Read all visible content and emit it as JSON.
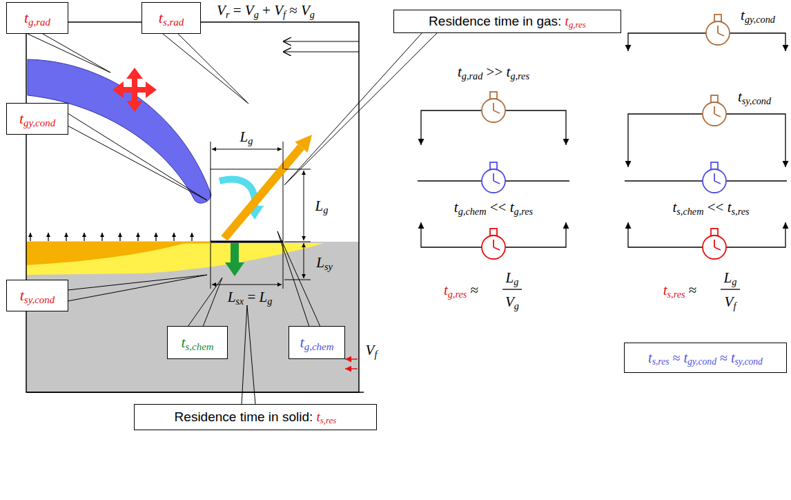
{
  "diagram": {
    "nodes": [
      {
        "text": [
          "tg,rad"
        ]
      },
      {
        "text": [
          "ts,rad"
        ]
      },
      {
        "text": [
          "Residence time in gas: tg,res"
        ]
      },
      {
        "text": [
          "tgy,cond"
        ]
      },
      {
        "text": [
          "tsy,cond"
        ]
      },
      {
        "text": [
          "ts,chem"
        ]
      },
      {
        "text": [
          "tg,chem"
        ]
      },
      {
        "text": [
          "Residence time in solid: ts,res"
        ]
      },
      {
        "text": [
          "ts,res ≈ tgy,cond ≈ tsy,cond"
        ]
      }
    ],
    "labels": [
      "Vr = Vg + Vf ≈ Vg",
      "Lg",
      "Lg",
      "Lsy",
      "Lsx = Lg",
      "Vf",
      "tg,rad >> tg,res",
      "tgy,cond",
      "tsy,cond",
      "tg,chem << tg,res",
      "ts,chem << ts,res",
      "tg,res ≈",
      "Lg",
      "Vg",
      "ts,res ≈",
      "Lg",
      "Vf"
    ]
  }
}
